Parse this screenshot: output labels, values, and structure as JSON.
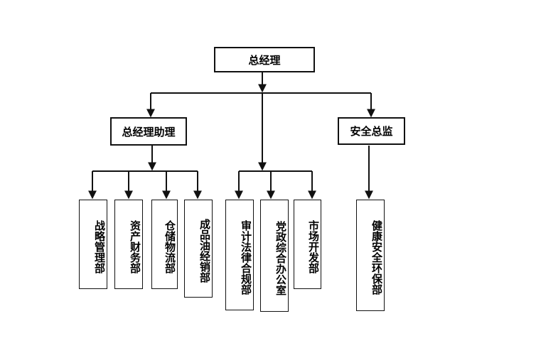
{
  "nodes": {
    "ceo": "总经理",
    "assistant": "总经理助理",
    "safety_director": "安全总监",
    "dept_strategy": "战略管理部",
    "dept_asset_finance": "资产财务部",
    "dept_logistics": "仓储物流部",
    "dept_products": "成品油经销部",
    "dept_audit_legal": "审计法律合规部",
    "dept_party_office": "党政综合办公室",
    "dept_market": "市场开发部",
    "dept_hse": "健康安全环保部"
  },
  "colors": {
    "line": "#111111",
    "border": "#111111",
    "text": "#000000",
    "background": "#ffffff"
  }
}
